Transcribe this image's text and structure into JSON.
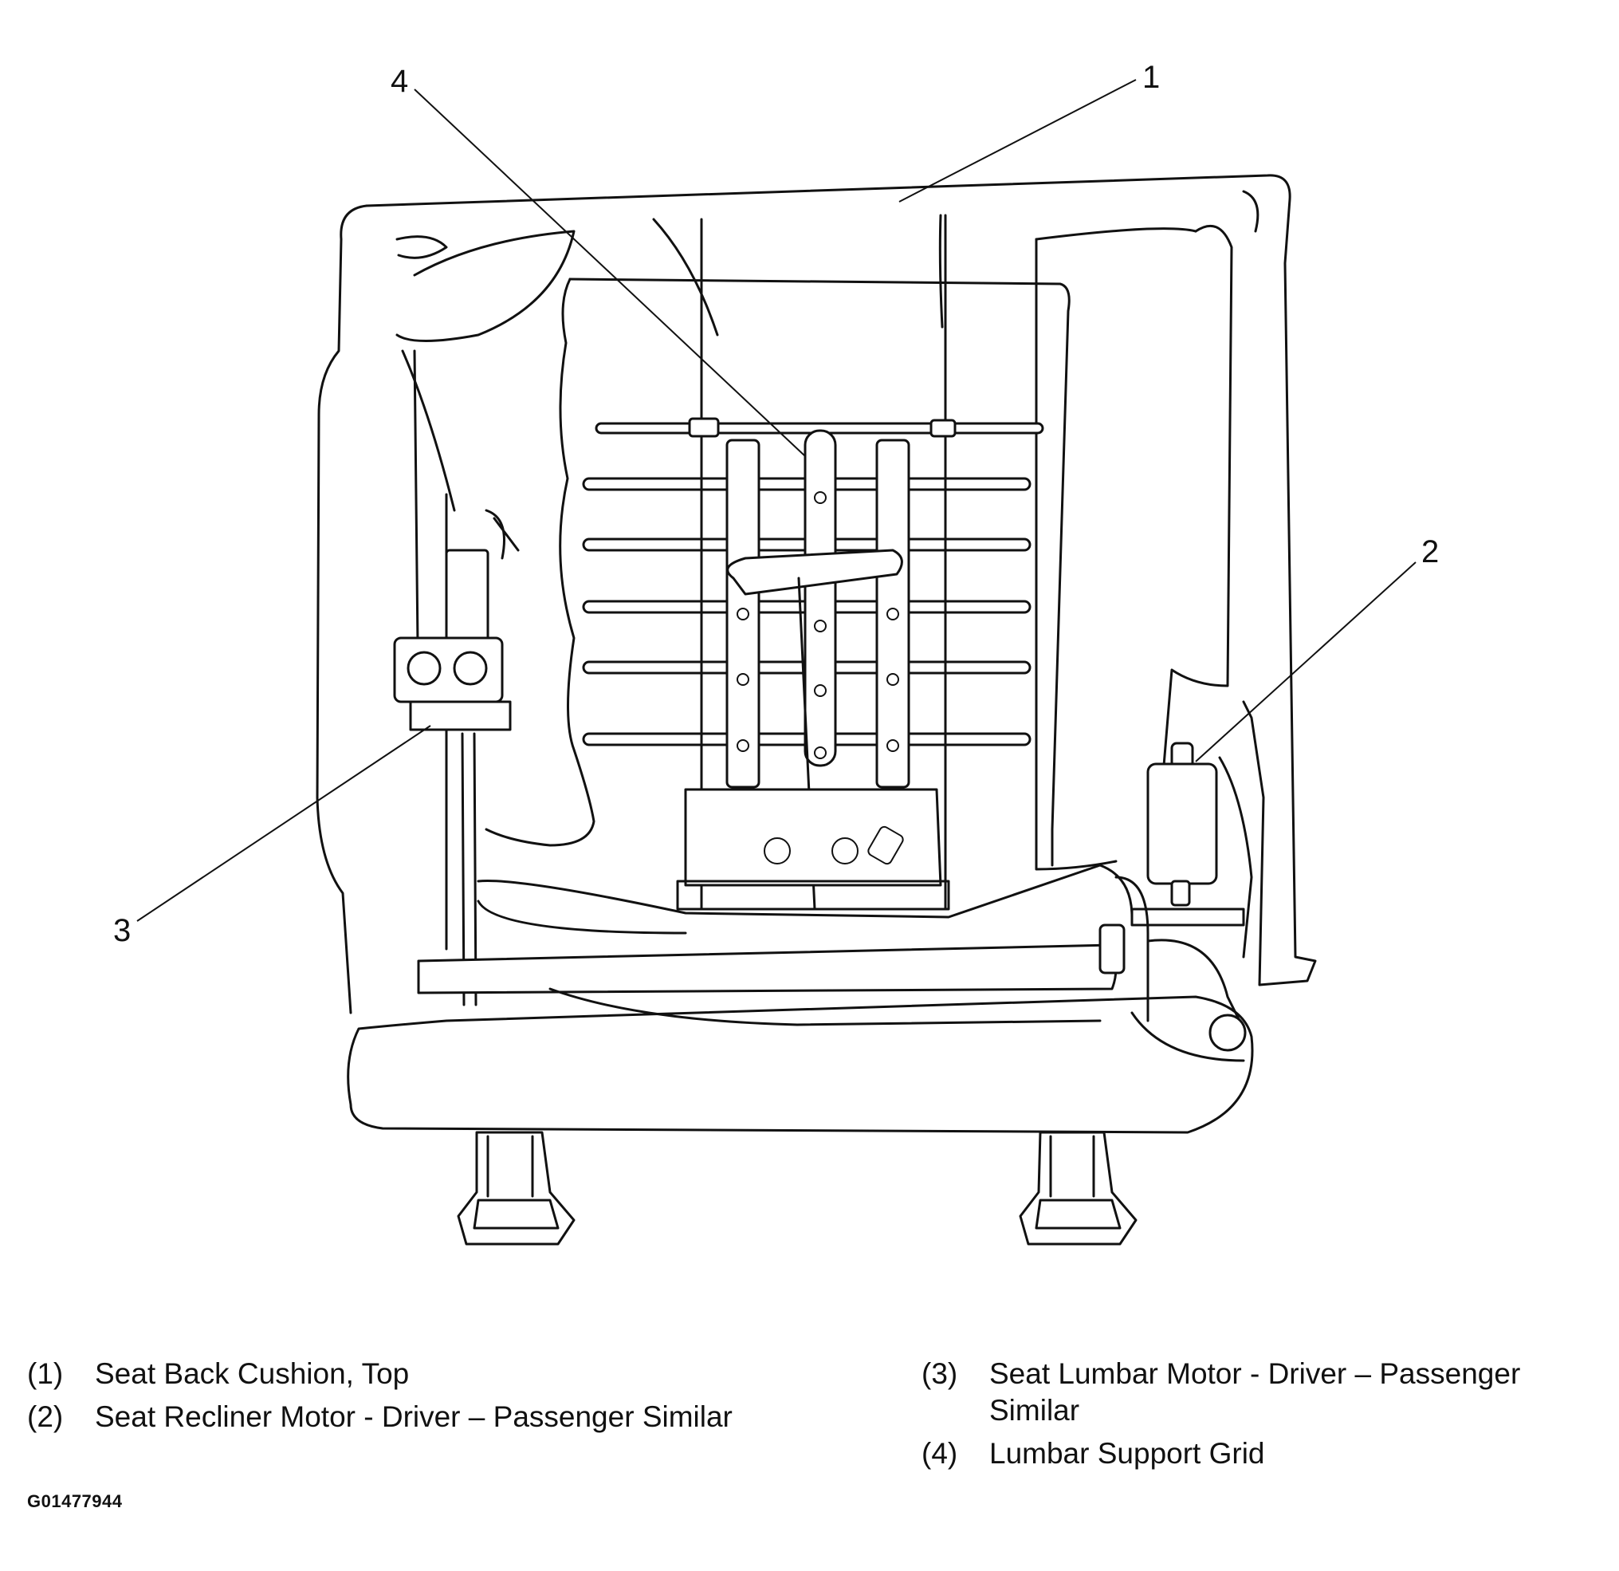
{
  "figure": {
    "callouts": [
      {
        "id": "1",
        "label": "1"
      },
      {
        "id": "2",
        "label": "2"
      },
      {
        "id": "3",
        "label": "3"
      },
      {
        "id": "4",
        "label": "4"
      }
    ]
  },
  "legend": [
    {
      "num": "(1)",
      "text": "Seat Back Cushion, Top"
    },
    {
      "num": "(2)",
      "text": "Seat Recliner Motor - Driver – Passenger Similar"
    },
    {
      "num": "(3)",
      "text": "Seat Lumbar Motor - Driver – Passenger Similar"
    },
    {
      "num": "(4)",
      "text": "Lumbar Support Grid"
    }
  ],
  "figure_id": "G01477944"
}
